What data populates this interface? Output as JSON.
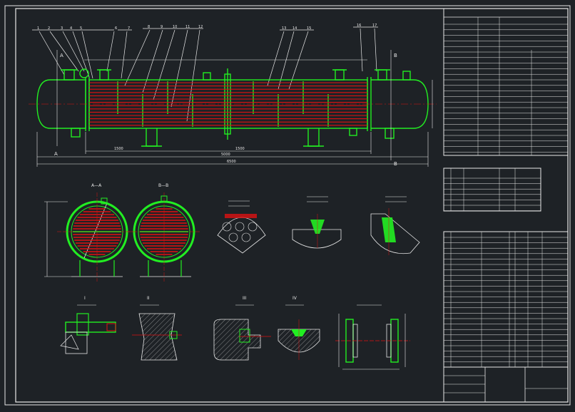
{
  "view_labels": {
    "section_aa": "A—A",
    "section_bb": "B—B",
    "section_a": "A",
    "section_b": "B",
    "detail_1": "I",
    "detail_2": "II",
    "detail_3": "III",
    "detail_4": "IV"
  },
  "colors": {
    "background": "#1e2226",
    "frame": "#f0f0f0",
    "vessel": "#22ee22",
    "tubes": "#dd1111",
    "dimension": "#ffffff",
    "hatch": "#c8c8c8",
    "blue": "#4466ff",
    "magenta": "#ff44ff"
  }
}
